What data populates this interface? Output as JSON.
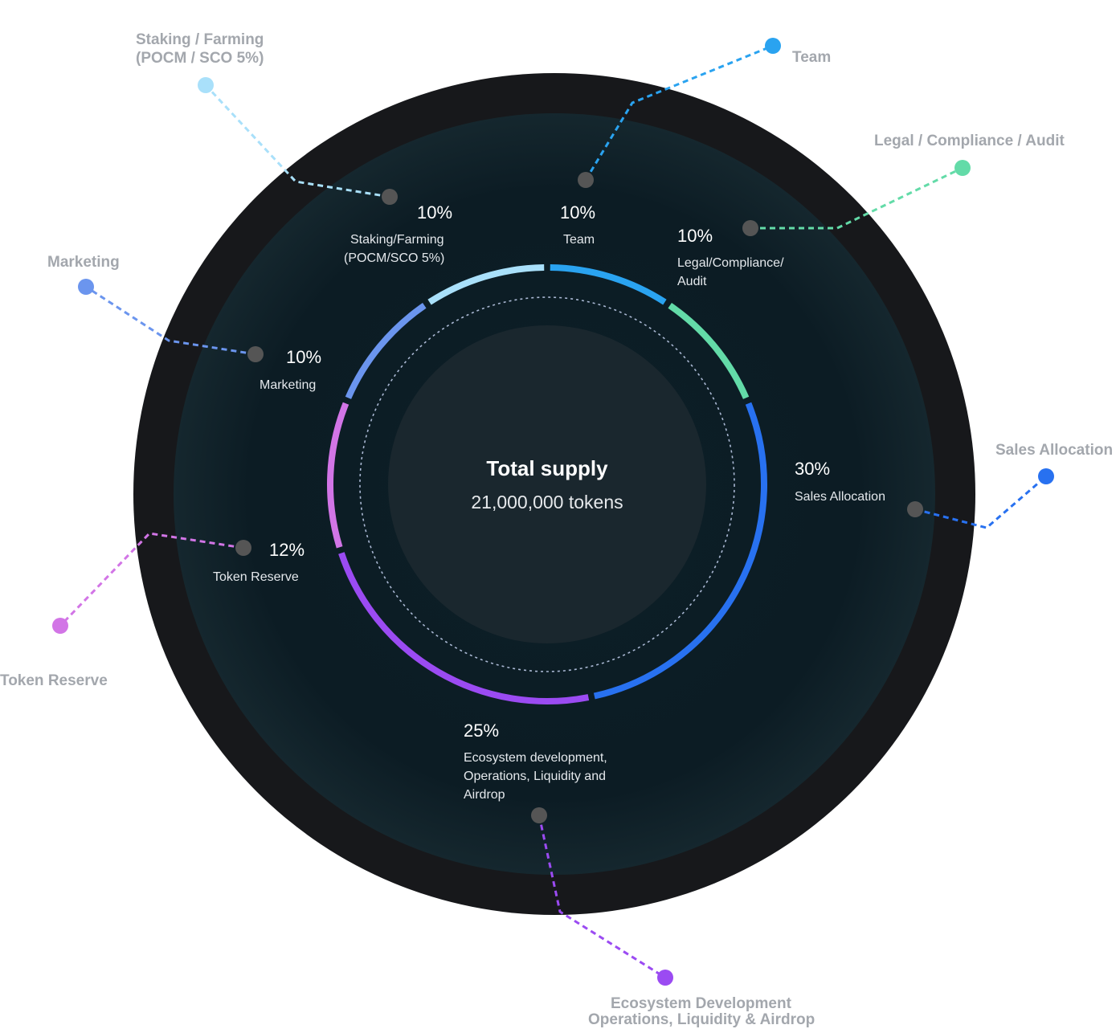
{
  "center": {
    "title": "Total supply",
    "subtitle": "21,000,000 tokens"
  },
  "chart_data": {
    "type": "pie",
    "style": "donut",
    "start_at": "top",
    "slices": [
      {
        "key": "team",
        "value": 10,
        "pct_label": "10%",
        "inner_label": [
          "Team"
        ],
        "legend_label": [
          "Team"
        ],
        "color": "#2aa3f0"
      },
      {
        "key": "legal",
        "value": 10,
        "pct_label": "10%",
        "inner_label": [
          "Legal/Compliance/",
          "Audit"
        ],
        "legend_label": [
          "Legal / Compliance / Audit"
        ],
        "color": "#63dba8"
      },
      {
        "key": "sales",
        "value": 30,
        "pct_label": "30%",
        "inner_label": [
          "Sales Allocation"
        ],
        "legend_label": [
          "Sales Allocation"
        ],
        "color": "#2871f0"
      },
      {
        "key": "ecosystem",
        "value": 25,
        "pct_label": "25%",
        "inner_label": [
          "Ecosystem development,",
          "Operations, Liquidity and",
          "Airdrop"
        ],
        "legend_label": [
          "Ecosystem Development",
          "Operations, Liquidity & Airdrop"
        ],
        "color": "#9b4bf2"
      },
      {
        "key": "reserve",
        "value": 12,
        "pct_label": "12%",
        "inner_label": [
          "Token Reserve"
        ],
        "legend_label": [
          "Token Reserve"
        ],
        "color": "#d275e6"
      },
      {
        "key": "marketing",
        "value": 10,
        "pct_label": "10%",
        "inner_label": [
          "Marketing"
        ],
        "legend_label": [
          "Marketing"
        ],
        "color": "#6b95ee"
      },
      {
        "key": "staking",
        "value": 10,
        "pct_label": "10%",
        "inner_label": [
          "Staking/Farming",
          "(POCM/SCO 5%)"
        ],
        "legend_label": [
          "Staking / Farming",
          "(POCM / SCO 5%)"
        ],
        "color": "#a9e0fa"
      }
    ],
    "colors": {
      "disc_outer": "#17181b",
      "disc_inner": "#0c1c24",
      "center_fill": "#1a272e",
      "dotted_ring": "#aab8d3",
      "inner_marker": "#555555"
    }
  }
}
